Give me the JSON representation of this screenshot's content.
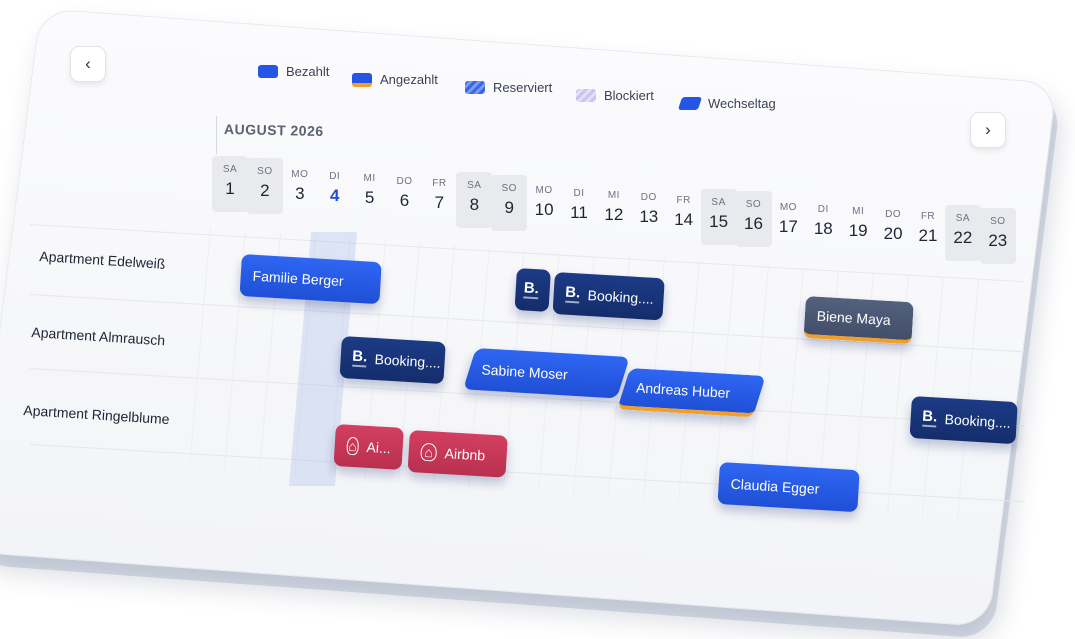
{
  "nav": {
    "prev_icon": "‹",
    "next_icon": "›"
  },
  "legend": [
    {
      "label": "Bezahlt",
      "color": "#2555e6"
    },
    {
      "label": "Angezahlt",
      "color": "#2555e6",
      "accent": "#f0a026"
    },
    {
      "label": "Reserviert",
      "color": "#4b74e8"
    },
    {
      "label": "Blockiert",
      "color": "#c7c3f0"
    },
    {
      "label": "Wechseltag",
      "color": "#2555e6"
    }
  ],
  "calendar": {
    "month": "AUGUST 2026",
    "days": [
      {
        "dow": "SA",
        "num": "1",
        "weekend": true
      },
      {
        "dow": "SO",
        "num": "2",
        "weekend": true
      },
      {
        "dow": "MO",
        "num": "3"
      },
      {
        "dow": "DI",
        "num": "4",
        "today": true
      },
      {
        "dow": "MI",
        "num": "5"
      },
      {
        "dow": "DO",
        "num": "6"
      },
      {
        "dow": "FR",
        "num": "7"
      },
      {
        "dow": "SA",
        "num": "8",
        "weekend": true
      },
      {
        "dow": "SO",
        "num": "9",
        "weekend": true
      },
      {
        "dow": "MO",
        "num": "10"
      },
      {
        "dow": "DI",
        "num": "11"
      },
      {
        "dow": "MI",
        "num": "12"
      },
      {
        "dow": "DO",
        "num": "13"
      },
      {
        "dow": "FR",
        "num": "14"
      },
      {
        "dow": "SA",
        "num": "15",
        "weekend": true
      },
      {
        "dow": "SO",
        "num": "16",
        "weekend": true
      },
      {
        "dow": "MO",
        "num": "17"
      },
      {
        "dow": "DI",
        "num": "18"
      },
      {
        "dow": "MI",
        "num": "19"
      },
      {
        "dow": "DO",
        "num": "20"
      },
      {
        "dow": "FR",
        "num": "21"
      },
      {
        "dow": "SA",
        "num": "22",
        "weekend": true
      },
      {
        "dow": "SO",
        "num": "23",
        "weekend": true
      }
    ]
  },
  "rows": [
    {
      "label": "Apartment Edelweiß"
    },
    {
      "label": "Apartment Almrausch"
    },
    {
      "label": "Apartment Ringelblume"
    }
  ],
  "bookings": {
    "familie_berger": "Familie Berger",
    "booking_small_b": "B.",
    "booking_1": "Booking....",
    "biene_maya": "Biene Maya",
    "booking_2": "Booking....",
    "sabine_moser": "Sabine Moser",
    "andreas_huber": "Andreas Huber",
    "booking_3": "Booking....",
    "airbnb_short": "Ai...",
    "airbnb": "Airbnb",
    "claudia_egger": "Claudia Egger",
    "b_logo": "B.",
    "airbnb_logo": "⌂"
  }
}
